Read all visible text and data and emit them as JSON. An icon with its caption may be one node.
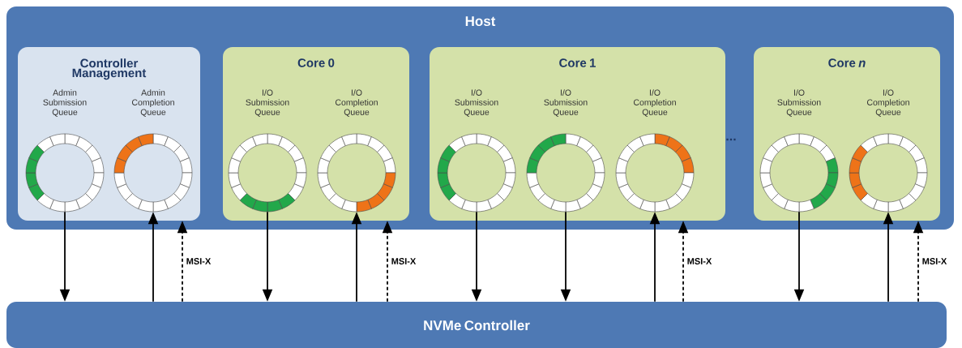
{
  "diagram": {
    "nodes": [
      {
        "text": [
          "Host"
        ]
      },
      {
        "text": [
          "Controller Management"
        ],
        "in": 0
      },
      {
        "text": [
          "Admin Submission Queue"
        ],
        "in": 1
      },
      {
        "text": [
          "Admin Completion Queue"
        ],
        "in": 1
      },
      {
        "text": [
          "Core 0"
        ],
        "in": 0
      },
      {
        "text": [
          "I/O Submission Queue"
        ],
        "in": 4
      },
      {
        "text": [
          "I/O Completion Queue"
        ],
        "in": 4
      },
      {
        "text": [
          "Core 1"
        ],
        "in": 0
      },
      {
        "text": [
          "I/O Submission Queue"
        ],
        "in": 7
      },
      {
        "text": [
          "I/O Submission Queue"
        ],
        "in": 7
      },
      {
        "text": [
          "I/O Completion Queue"
        ],
        "in": 7
      },
      {
        "text": [
          "Core *n*"
        ],
        "in": 0
      },
      {
        "text": [
          "I/O Submission Queue"
        ],
        "in": 11
      },
      {
        "text": [
          "I/O Completion Queue"
        ],
        "in": 11
      },
      {
        "text": [
          "NVMe Controller"
        ]
      }
    ],
    "edges": [
      {
        "from": 2,
        "to": 14,
        "arrow": "to"
      },
      {
        "from": 14,
        "to": 3,
        "arrow": "to"
      },
      {
        "from": 14,
        "to": 1,
        "arrow": "to",
        "style": "dashed",
        "label": "MSI-X"
      },
      {
        "from": 5,
        "to": 14,
        "arrow": "to"
      },
      {
        "from": 14,
        "to": 6,
        "arrow": "to"
      },
      {
        "from": 14,
        "to": 4,
        "arrow": "to",
        "style": "dashed",
        "label": "MSI-X"
      },
      {
        "from": 8,
        "to": 14,
        "arrow": "to"
      },
      {
        "from": 9,
        "to": 14,
        "arrow": "to"
      },
      {
        "from": 14,
        "to": 10,
        "arrow": "to"
      },
      {
        "from": 14,
        "to": 7,
        "arrow": "to",
        "style": "dashed",
        "label": "MSI-X"
      },
      {
        "from": 12,
        "to": 14,
        "arrow": "to"
      },
      {
        "from": 14,
        "to": 13,
        "arrow": "to"
      },
      {
        "from": 14,
        "to": 11,
        "arrow": "to",
        "style": "dashed",
        "label": "MSI-X"
      }
    ],
    "labels": [
      "..."
    ]
  }
}
